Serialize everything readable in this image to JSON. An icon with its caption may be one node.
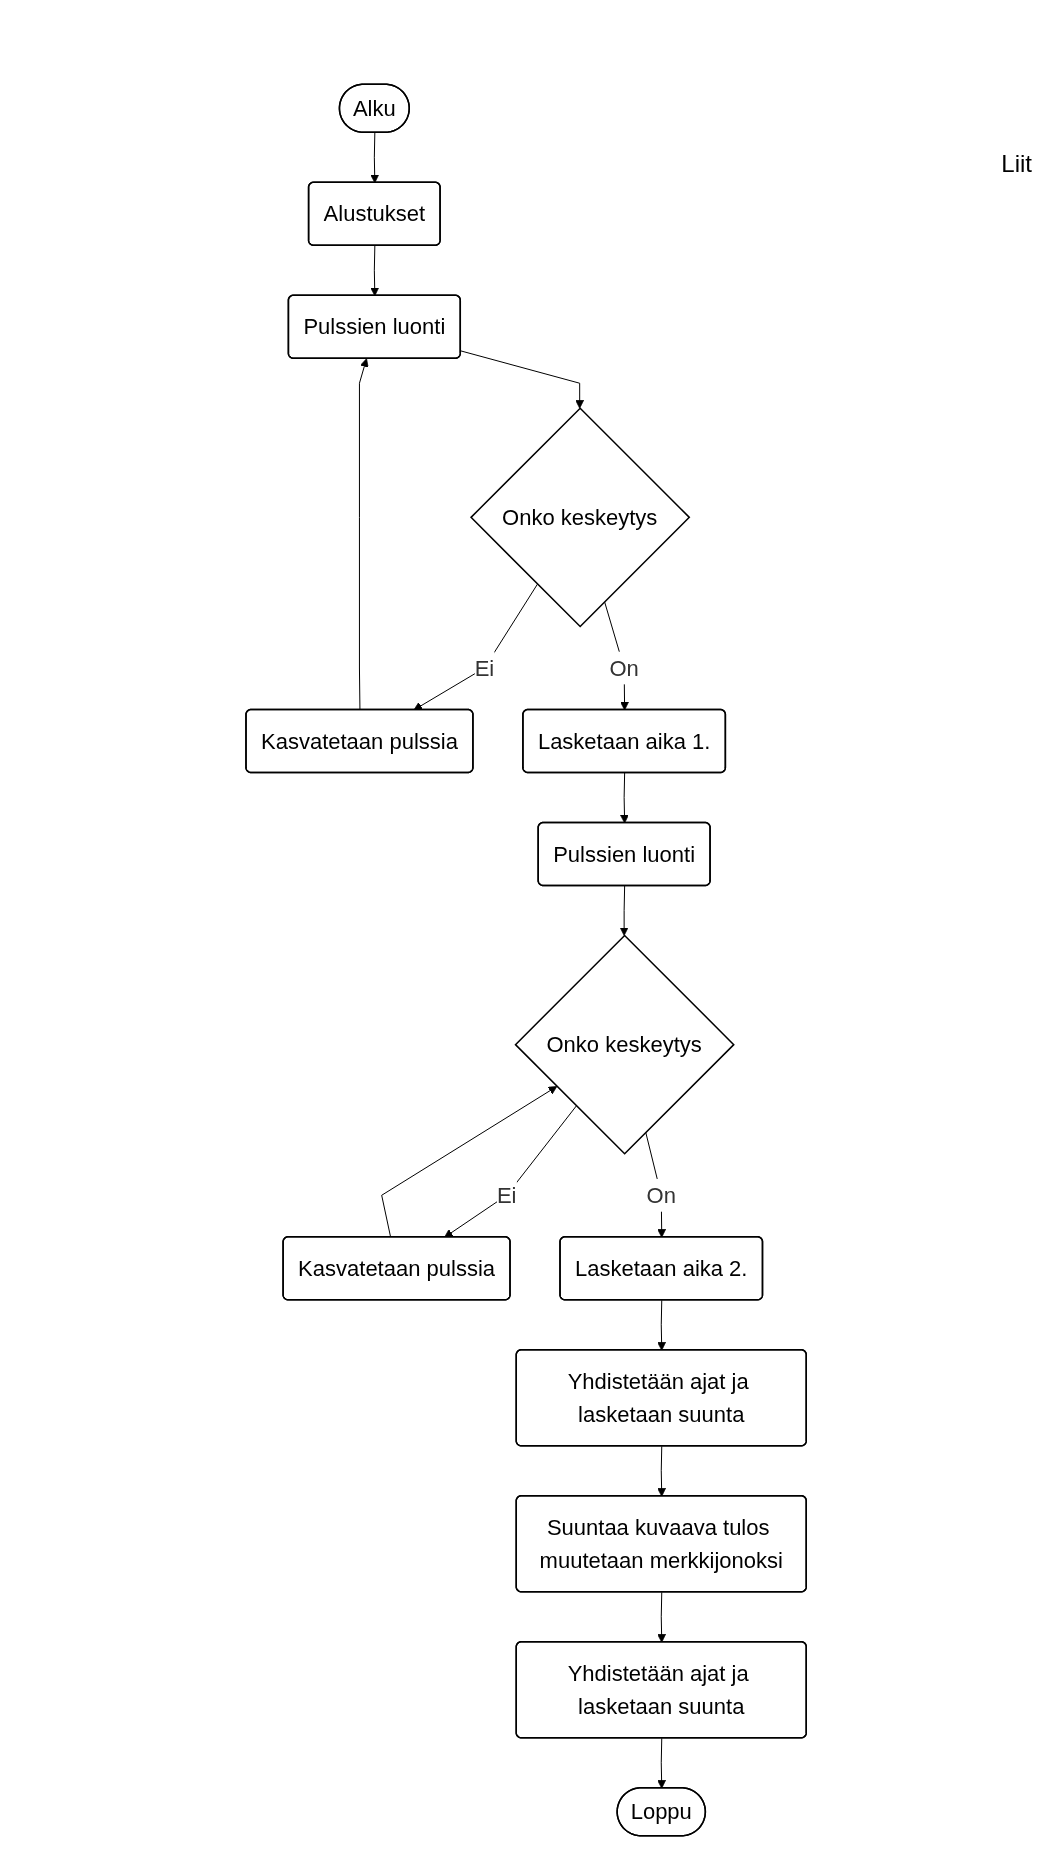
{
  "diagram": {
    "nodes": [
      {
        "text": [
          "Alku"
        ]
      },
      {
        "text": [
          "Alustukset"
        ]
      },
      {
        "text": [
          "Pulssien luonti"
        ]
      },
      {
        "text": [
          "Onko keskeytys"
        ]
      },
      {
        "text": [
          "Kasvatetaan pulssia"
        ]
      },
      {
        "text": [
          "Lasketaan aika 1."
        ]
      },
      {
        "text": [
          "Pulssien luonti"
        ]
      },
      {
        "text": [
          "Onko keskeytys"
        ]
      },
      {
        "text": [
          "Kasvatetaan pulssia"
        ]
      },
      {
        "text": [
          "Lasketaan aika 2."
        ]
      },
      {
        "text": [
          "Yhdistetään ajat ja lasketaan suunta"
        ]
      },
      {
        "text": [
          "Suuntaa kuvaava tulos muutetaan merkkijonoksi"
        ]
      },
      {
        "text": [
          "Yhdistetään ajat ja lasketaan suunta"
        ]
      },
      {
        "text": [
          "Loppu"
        ]
      }
    ],
    "edges": [
      {
        "from": 0,
        "to": 1,
        "arrow": "to"
      },
      {
        "from": 1,
        "to": 2,
        "arrow": "to"
      },
      {
        "from": 2,
        "to": 3,
        "arrow": "to"
      },
      {
        "from": 3,
        "to": 4,
        "arrow": "to",
        "label": "Ei"
      },
      {
        "from": 4,
        "to": 2,
        "arrow": "to"
      },
      {
        "from": 3,
        "to": 5,
        "arrow": "to",
        "label": "On"
      },
      {
        "from": 5,
        "to": 6,
        "arrow": "to"
      },
      {
        "from": 6,
        "to": 7,
        "arrow": "to"
      },
      {
        "from": 7,
        "to": 8,
        "arrow": "to",
        "label": "Ei"
      },
      {
        "from": 8,
        "to": 7,
        "arrow": "to"
      },
      {
        "from": 7,
        "to": 9,
        "arrow": "to",
        "label": "On"
      },
      {
        "from": 9,
        "to": 10,
        "arrow": "to"
      },
      {
        "from": 10,
        "to": 11,
        "arrow": "to"
      },
      {
        "from": 11,
        "to": 12,
        "arrow": "to"
      },
      {
        "from": 12,
        "to": 13,
        "arrow": "to"
      }
    ],
    "labels": [
      "Liit"
    ]
  }
}
